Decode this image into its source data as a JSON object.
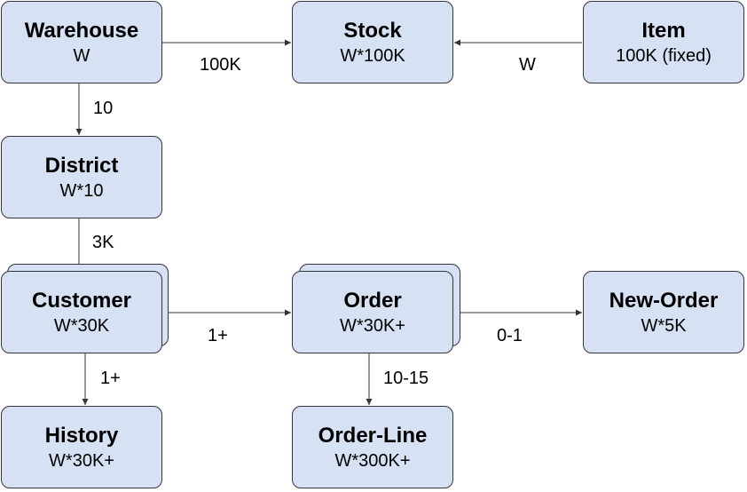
{
  "entities": {
    "warehouse": {
      "title": "Warehouse",
      "sub": "W"
    },
    "stock": {
      "title": "Stock",
      "sub": "W*100K"
    },
    "item": {
      "title": "Item",
      "sub": "100K (fixed)"
    },
    "district": {
      "title": "District",
      "sub": "W*10"
    },
    "customer": {
      "title": "Customer",
      "sub": "W*30K"
    },
    "order": {
      "title": "Order",
      "sub": "W*30K+"
    },
    "new_order": {
      "title": "New-Order",
      "sub": "W*5K"
    },
    "history": {
      "title": "History",
      "sub": "W*30K+"
    },
    "order_line": {
      "title": "Order-Line",
      "sub": "W*300K+"
    }
  },
  "relationships": {
    "warehouse_stock": "100K",
    "item_stock": "W",
    "warehouse_district": "10",
    "district_customer": "3K",
    "customer_order": "1+",
    "order_new_order": "0-1",
    "customer_history": "1+",
    "order_order_line": "10-15"
  },
  "colors": {
    "box_fill": "#d6e1f3",
    "box_border": "#33333a",
    "edge": "#333333"
  }
}
